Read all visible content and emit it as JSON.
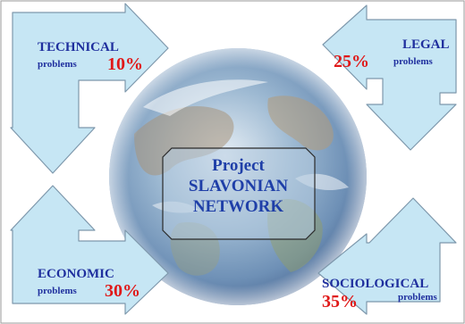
{
  "center": {
    "line1": "Project",
    "line2": "SLAVONIAN",
    "line3": "NETWORK"
  },
  "technical": {
    "category": "TECHNICAL",
    "label": "problems",
    "percent": "10%"
  },
  "legal": {
    "category": "LEGAL",
    "label": "problems",
    "percent": "25%"
  },
  "economic": {
    "category": "ECONOMIC",
    "label": "problems",
    "percent": "30%"
  },
  "sociological": {
    "category": "SOCIOLOGICAL",
    "label": "problems",
    "percent": "35%"
  },
  "colors": {
    "arrow_fill": "#c6e6f4",
    "arrow_stroke": "#7e98ac",
    "category_text": "#1f2f9e",
    "percent_text": "#e01818",
    "title_text": "#1f3fa8"
  }
}
